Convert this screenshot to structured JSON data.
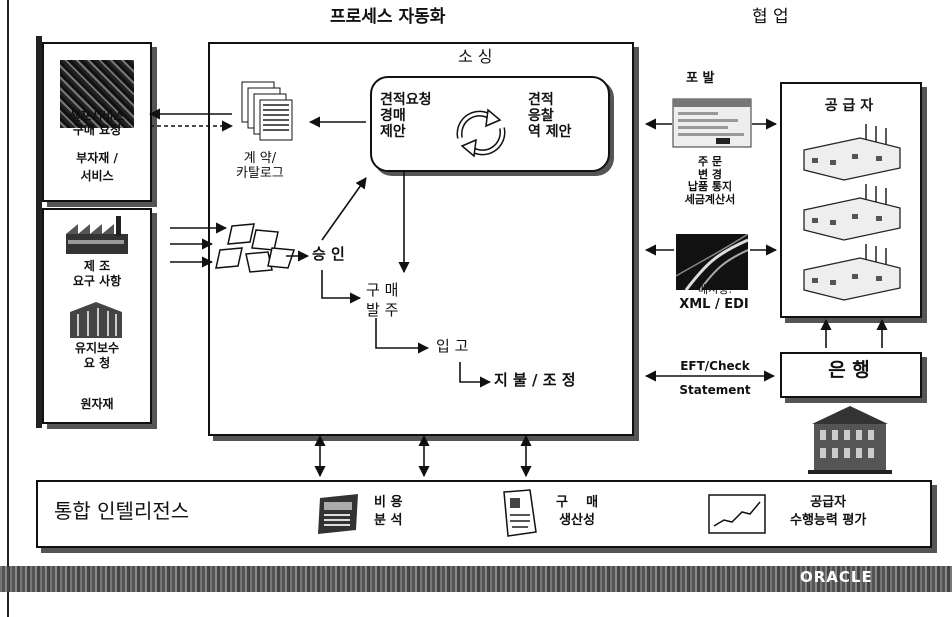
{
  "header": {
    "process_automation": "프로세스 자동화",
    "collaboration": "협 업"
  },
  "left_panel": {
    "top_label_1": "셀프서비스",
    "top_label_2": "구매 요청",
    "top_label_3": "부자재 /",
    "top_label_4": "서비스",
    "mfg_label_1": "제 조",
    "mfg_label_2": "요구 사항",
    "maint_label_1": "유지보수",
    "maint_label_2": "요 청",
    "raw_label": "원자재"
  },
  "sourcing": {
    "title": "소 싱",
    "left_text": "견적요청\n경매\n제안",
    "right_text": "견적\n응찰\n역 제안"
  },
  "contract_catalog": "계 약/\n카탈로그",
  "flow": {
    "approve": "승 인",
    "purchase_order": "구 매\n발 주",
    "receipt": "입 고",
    "payment": "지 불 / 조 정"
  },
  "portal": {
    "title": "포 발",
    "items": "주 문\n변 경\n납품 통지\n세금계산서"
  },
  "messaging": {
    "label": "메시징:",
    "protocol": "XML / EDI"
  },
  "eft": {
    "line1": "EFT/Check",
    "line2": "Statement"
  },
  "supplier": {
    "title": "공 급 자"
  },
  "bank": {
    "title": "은 행"
  },
  "intelligence": {
    "title": "통합 인텔리전스",
    "spend": "비 용\n분 석",
    "productivity": "구    매\n생산성",
    "supplier_perf": "공급자\n수행능력 평가"
  },
  "footer": {
    "brand": "ORACLE"
  }
}
